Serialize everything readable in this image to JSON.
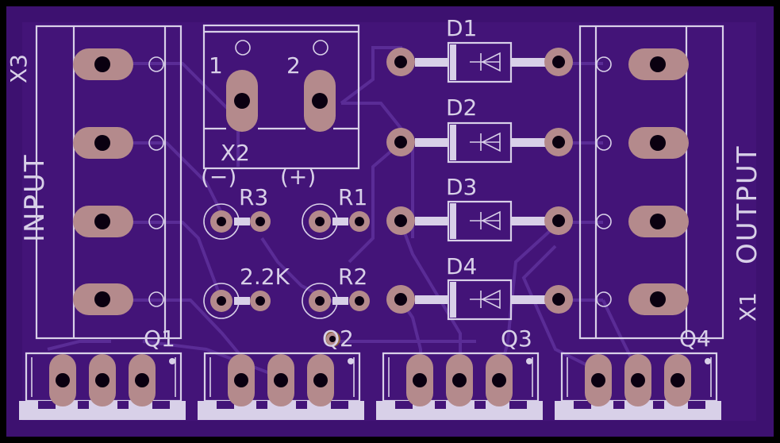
{
  "board": {
    "colors": {
      "background": "#000000",
      "substrate": "#3d1170",
      "substrate_edge": "#4a1a85",
      "silkscreen": "#d8d0e8",
      "copper_pad": "#b48a8c",
      "trace": "#5a2c96"
    },
    "labels": {
      "x3": "X3",
      "input": "INPUT",
      "x1": "X1",
      "output": "OUTPUT",
      "x2": "X2",
      "pin1": "1",
      "pin2": "2",
      "minus": "(−)",
      "plus": "(+)",
      "r1": "R1",
      "r2": "R2",
      "r3": "R3",
      "r3_value": "2.2K",
      "d1": "D1",
      "d2": "D2",
      "d3": "D3",
      "d4": "D4",
      "q1": "Q1",
      "q2": "Q2",
      "q3": "Q3",
      "q4": "Q4"
    }
  }
}
